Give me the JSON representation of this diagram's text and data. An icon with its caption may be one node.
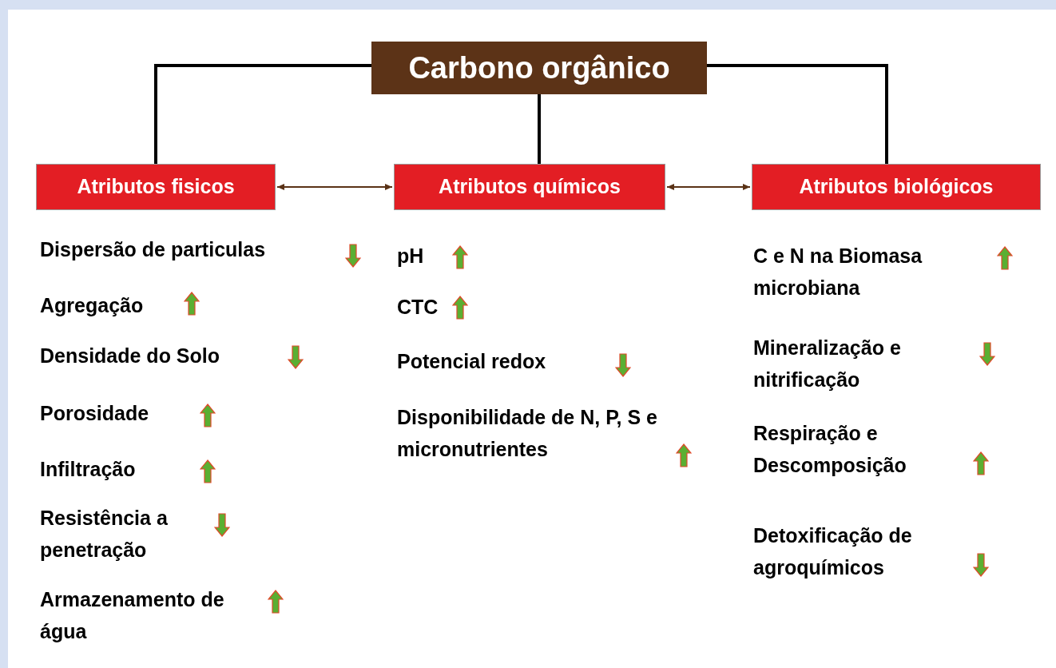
{
  "diagram": {
    "nodes": [
      {
        "text": [
          "Carbono orgânico"
        ]
      },
      {
        "text": [
          "Atributos fisicos"
        ]
      },
      {
        "text": [
          "Atributos químicos"
        ]
      },
      {
        "text": [
          "Atributos biológicos"
        ]
      }
    ],
    "edges": [
      {
        "from": 0,
        "to": 1,
        "arrow": "none"
      },
      {
        "from": 0,
        "to": 2,
        "arrow": "none"
      },
      {
        "from": 0,
        "to": 3,
        "arrow": "none"
      },
      {
        "from": 1,
        "to": 2,
        "arrow": "both",
        "color": "#5a3216"
      },
      {
        "from": 2,
        "to": 3,
        "arrow": "both",
        "color": "#5a3216"
      }
    ],
    "labels": [
      "Dispersão de particulas",
      "Agregação",
      "Densidade do Solo",
      "Porosidade",
      "Infiltração",
      "Resistência a penetração",
      "Armazenamento de água",
      "pH",
      "CTC",
      "Potencial redox",
      "Disponibilidade de N, P, S e micronutrientes",
      "C e N na Biomasa microbiana",
      "Mineralização e nitrificação",
      "Respiração e Descomposição",
      "Detoxificação de agroquímicos"
    ]
  }
}
